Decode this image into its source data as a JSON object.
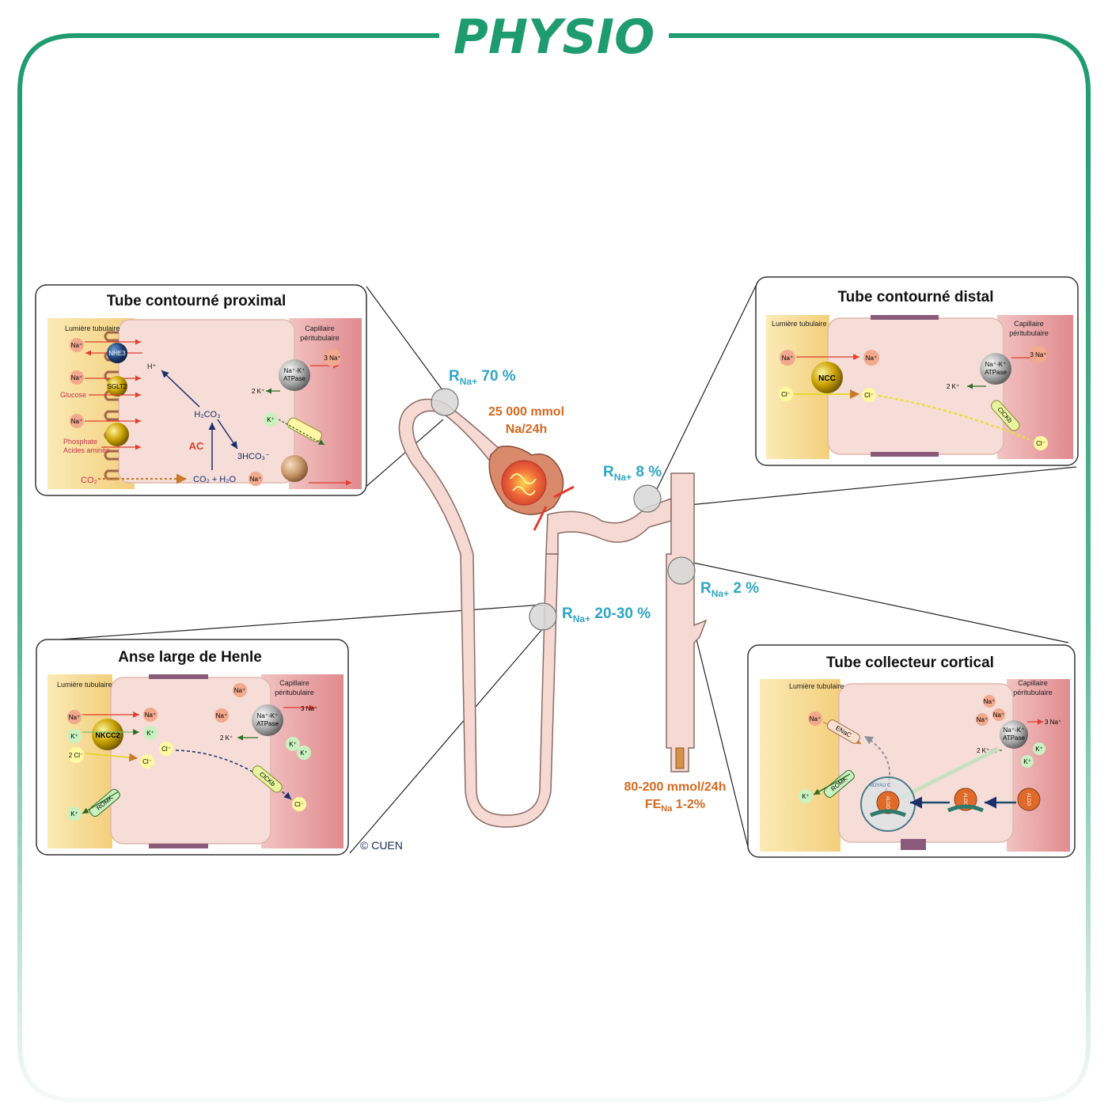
{
  "header": {
    "title": "PHYSIO",
    "color": "#1e9b6f"
  },
  "colors": {
    "frame": "#1e9b6f",
    "rna": "#2ea6c4",
    "flow": "#d5691f",
    "tubule": "#f5d9d2",
    "tubule_stroke": "#8a6b64",
    "lumen": "#f9e3a6",
    "capillary": "#e8a4a6",
    "cell": "#f6ddd8",
    "red_arrow": "#e23b2f",
    "green_arrow": "#2f6b22",
    "navy_arrow": "#1a2f6b"
  },
  "nephron": {
    "filtration": {
      "line1": "25 000 mmol",
      "line2": "Na/24h"
    },
    "excretion": {
      "line1": "80-200 mmol/24h",
      "fe_main": "FE",
      "fe_sub": "Na",
      "fe_value": " 1-2%"
    },
    "rna_pt": {
      "r": "R",
      "sub": "Na+",
      "value": " 70 %"
    },
    "rna_dt": {
      "r": "R",
      "sub": "Na+",
      "value": " 8 %"
    },
    "rna_henle": {
      "r": "R",
      "sub": "Na+",
      "value": " 20-30 %"
    },
    "rna_cd": {
      "r": "R",
      "sub": "Na+",
      "value": " 2 %"
    },
    "copyright": "© CUEN"
  },
  "panels": {
    "proximal": {
      "title": "Tube contourné proximal",
      "lumen_label": "Lumière tubulaire",
      "cap_label_1": "Capillaire",
      "cap_label_2": "péritubulaire",
      "na1": "Na⁺",
      "na2": "Na⁺",
      "na3": "Na⁺",
      "na4": "Na⁺",
      "glucose": "Glucose",
      "phosphate": "Phosphate",
      "amino": "Acides aminés",
      "nhe3": "NHE3",
      "sglt2": "SGLT2",
      "h": "H⁺",
      "h2co3": "H₂CO₃",
      "ac": "AC",
      "hco3": "3HCO₃⁻",
      "co2_left": "CO₂",
      "co2_h2o": "CO₂ + H₂O",
      "pump_1": "Na⁺-K⁺",
      "pump_2": "ATPase",
      "na3_out": "3 Na⁺",
      "k2_in": "2 K⁺",
      "k_out": "K⁺"
    },
    "distal": {
      "title": "Tube contourné distal",
      "lumen_label": "Lumière tubulaire",
      "cap_label_1": "Capillaire",
      "cap_label_2": "péritubulaire",
      "na_lumen": "Na⁺",
      "na_cell": "Na⁺",
      "ncc": "NCC",
      "cl_lumen": "Cl⁻",
      "cl_cell": "Cl⁻",
      "cl_blood": "Cl⁻",
      "pump_1": "Na⁺-K⁺",
      "pump_2": "ATPase",
      "na3_out": "3 Na⁺",
      "k2_in": "2 K⁺",
      "clckb": "ClCKb"
    },
    "henle": {
      "title": "Anse large de Henle",
      "lumen_label": "Lumière tubulaire",
      "cap_label_1": "Capillaire",
      "cap_label_2": "péritubulaire",
      "na_lumen": "Na⁺",
      "k_lumen": "K⁺",
      "cl2_lumen": "2 Cl⁻",
      "nkcc2": "NKCC2",
      "na_cell": "Na⁺",
      "k_cell": "K⁺",
      "cl_cell": "Cl⁻",
      "cl_cell2": "Cl⁻",
      "na_a": "Na⁺",
      "na_b": "Na⁺",
      "pump_1": "Na⁺-K⁺",
      "pump_2": "ATPase",
      "na3_out": "3 Na⁺",
      "k2_in": "2 K⁺",
      "k_b1": "K⁺",
      "k_b2": "K⁺",
      "clckb": "ClCKb",
      "cl_blood": "Cl⁻",
      "romk": "ROMK",
      "k_out_lumen": "K⁺"
    },
    "collecting": {
      "title": "Tube collecteur cortical",
      "lumen_label": "Lumière tubulaire",
      "cap_label_1": "Capillaire",
      "cap_label_2": "péritubulaire",
      "na_lumen": "Na⁺",
      "enac": "ENaC",
      "na_c1": "Na⁺",
      "na_c2": "Na⁺",
      "na_c3": "Na⁺",
      "pump_1": "Na⁺-K⁺",
      "pump_2": "ATPase",
      "na3_out": "3 Na⁺",
      "k2_in": "2 K⁺",
      "k_b1": "K⁺",
      "k_b2": "K⁺",
      "romk": "ROMK",
      "k_out_lumen": "K⁺",
      "noyau": "NOYAU C",
      "aldo1": "ALDO",
      "aldo2": "ALDO",
      "aldo3": "ALDO"
    }
  }
}
